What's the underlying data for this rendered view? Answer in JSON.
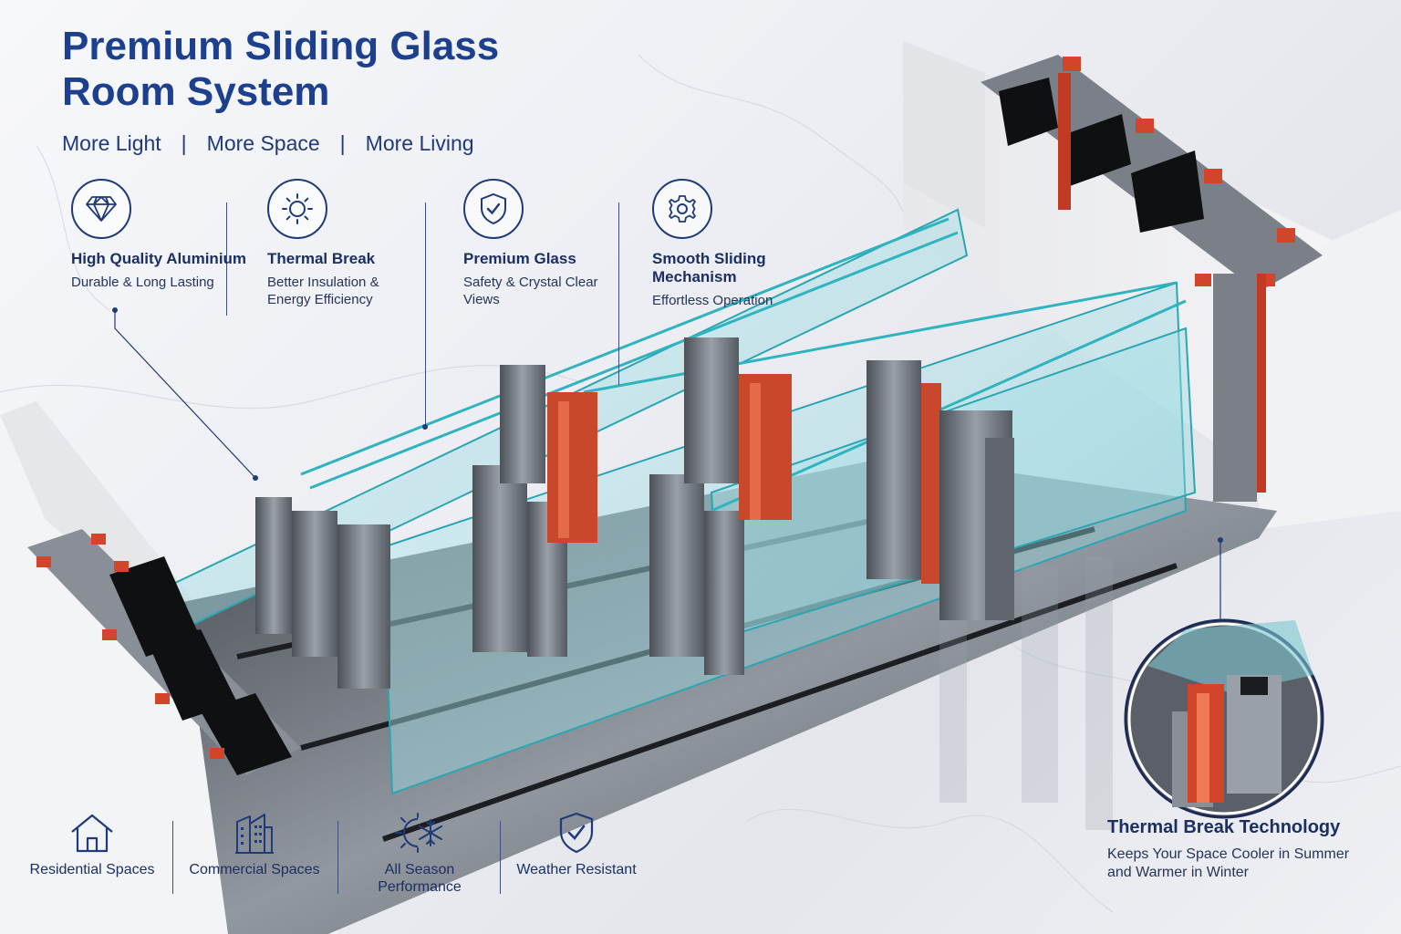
{
  "header": {
    "title": "Premium Sliding Glass Room System",
    "tagline": [
      "More Light",
      "More Space",
      "More Living"
    ],
    "separator": "|"
  },
  "features": [
    {
      "icon": "diamond-icon",
      "title": "High Quality Aluminium",
      "desc": "Durable & Long Lasting"
    },
    {
      "icon": "sun-icon",
      "title": "Thermal Break",
      "desc": "Better Insulation & Energy Efficiency"
    },
    {
      "icon": "shield-check-icon",
      "title": "Premium Glass",
      "desc": "Safety & Crystal Clear Views"
    },
    {
      "icon": "gear-icon",
      "title": "Smooth Sliding Mechanism",
      "desc": "Effortless Operation"
    }
  ],
  "bottom": [
    {
      "icon": "house-icon",
      "label": "Residential Spaces"
    },
    {
      "icon": "building-icon",
      "label": "Commercial Spaces"
    },
    {
      "icon": "sun-snowflake-icon",
      "label": "All Season Performance"
    },
    {
      "icon": "shield-check-icon",
      "label": "Weather Resistant"
    }
  ],
  "thermal_break": {
    "title": "Thermal Break Technology",
    "desc": "Keeps Your Space Cooler in Summer and Warmer in Winter"
  },
  "colors": {
    "brand_blue": "#1c3f8e",
    "text_navy": "#1b2f63",
    "aluminium": "#6e737b",
    "thermal_red": "#d2452a",
    "glass": "#39b6bf"
  }
}
